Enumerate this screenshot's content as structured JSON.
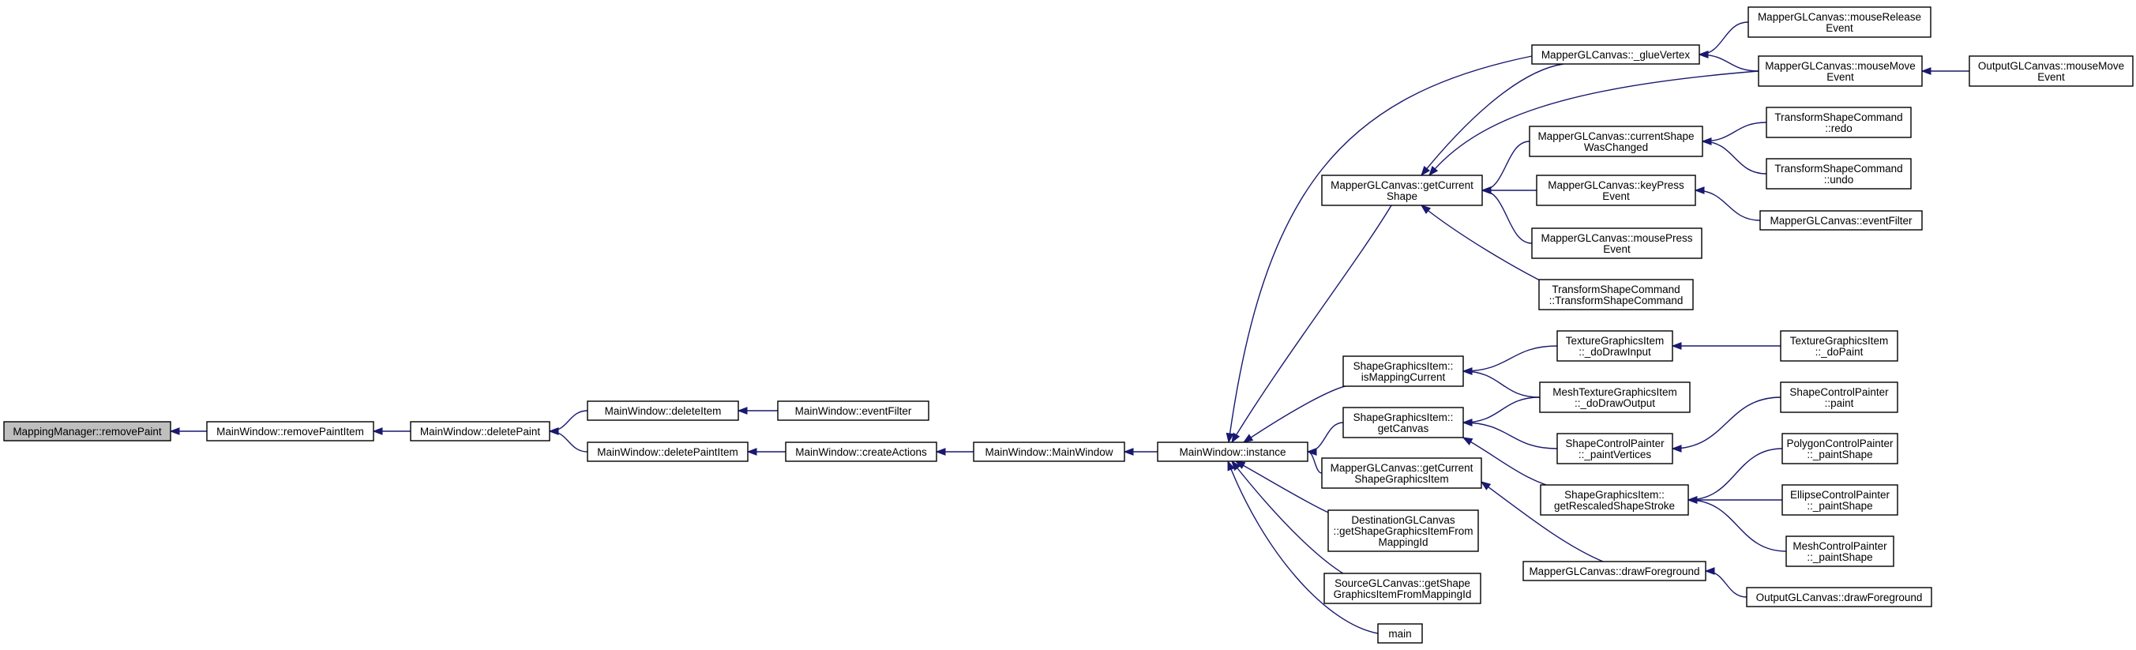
{
  "nodes": [
    {
      "id": "n0",
      "lines": [
        "MappingManager::removePaint"
      ],
      "highlighted": true
    },
    {
      "id": "n1",
      "lines": [
        "MainWindow::removePaintItem"
      ]
    },
    {
      "id": "n2",
      "lines": [
        "MainWindow::deletePaint"
      ]
    },
    {
      "id": "n3",
      "lines": [
        "MainWindow::deleteItem"
      ]
    },
    {
      "id": "n4",
      "lines": [
        "MainWindow::eventFilter"
      ]
    },
    {
      "id": "n5",
      "lines": [
        "MainWindow::deletePaintItem"
      ]
    },
    {
      "id": "n6",
      "lines": [
        "MainWindow::createActions"
      ]
    },
    {
      "id": "n7",
      "lines": [
        "MainWindow::MainWindow"
      ]
    },
    {
      "id": "n8",
      "lines": [
        "MainWindow::instance"
      ]
    },
    {
      "id": "n9",
      "lines": [
        "MapperGLCanvas::_glueVertex"
      ]
    },
    {
      "id": "n10",
      "lines": [
        "MapperGLCanvas::mouseRelease",
        "Event"
      ]
    },
    {
      "id": "n11",
      "lines": [
        "MapperGLCanvas::mouseMove",
        "Event"
      ]
    },
    {
      "id": "n12",
      "lines": [
        "OutputGLCanvas::mouseMove",
        "Event"
      ]
    },
    {
      "id": "n13",
      "lines": [
        "MapperGLCanvas::getCurrent",
        "Shape"
      ]
    },
    {
      "id": "n14",
      "lines": [
        "MapperGLCanvas::currentShape",
        "WasChanged"
      ]
    },
    {
      "id": "n15",
      "lines": [
        "TransformShapeCommand",
        "::redo"
      ]
    },
    {
      "id": "n16",
      "lines": [
        "TransformShapeCommand",
        "::undo"
      ]
    },
    {
      "id": "n17",
      "lines": [
        "MapperGLCanvas::keyPress",
        "Event"
      ]
    },
    {
      "id": "n18",
      "lines": [
        "MapperGLCanvas::eventFilter"
      ]
    },
    {
      "id": "n19",
      "lines": [
        "MapperGLCanvas::mousePress",
        "Event"
      ]
    },
    {
      "id": "n20",
      "lines": [
        "TransformShapeCommand",
        "::TransformShapeCommand"
      ]
    },
    {
      "id": "n21",
      "lines": [
        "ShapeGraphicsItem::",
        "isMappingCurrent"
      ]
    },
    {
      "id": "n22",
      "lines": [
        "TextureGraphicsItem",
        "::_doDrawInput"
      ]
    },
    {
      "id": "n23",
      "lines": [
        "TextureGraphicsItem",
        "::_doPaint"
      ]
    },
    {
      "id": "n24",
      "lines": [
        "MeshTextureGraphicsItem",
        "::_doDrawOutput"
      ]
    },
    {
      "id": "n25",
      "lines": [
        "ShapeGraphicsItem::",
        "getCanvas"
      ]
    },
    {
      "id": "n26",
      "lines": [
        "ShapeControlPainter",
        "::_paintVertices"
      ]
    },
    {
      "id": "n27",
      "lines": [
        "ShapeControlPainter",
        "::paint"
      ]
    },
    {
      "id": "n28",
      "lines": [
        "ShapeGraphicsItem::",
        "getRescaledShapeStroke"
      ]
    },
    {
      "id": "n29",
      "lines": [
        "PolygonControlPainter",
        "::_paintShape"
      ]
    },
    {
      "id": "n30",
      "lines": [
        "EllipseControlPainter",
        "::_paintShape"
      ]
    },
    {
      "id": "n31",
      "lines": [
        "MeshControlPainter",
        "::_paintShape"
      ]
    },
    {
      "id": "n32",
      "lines": [
        "MapperGLCanvas::getCurrent",
        "ShapeGraphicsItem"
      ]
    },
    {
      "id": "n33",
      "lines": [
        "MapperGLCanvas::drawForeground"
      ]
    },
    {
      "id": "n34",
      "lines": [
        "OutputGLCanvas::drawForeground"
      ]
    },
    {
      "id": "n35",
      "lines": [
        "DestinationGLCanvas",
        "::getShapeGraphicsItemFrom",
        "MappingId"
      ]
    },
    {
      "id": "n36",
      "lines": [
        "SourceGLCanvas::getShape",
        "GraphicsItemFromMappingId"
      ]
    },
    {
      "id": "n37",
      "lines": [
        "main"
      ]
    }
  ],
  "edges": [
    {
      "from": "n0",
      "to": "n1"
    },
    {
      "from": "n1",
      "to": "n2"
    },
    {
      "from": "n2",
      "to": "n3"
    },
    {
      "from": "n2",
      "to": "n5"
    },
    {
      "from": "n3",
      "to": "n4"
    },
    {
      "from": "n5",
      "to": "n6"
    },
    {
      "from": "n6",
      "to": "n7"
    },
    {
      "from": "n7",
      "to": "n8"
    },
    {
      "from": "n8",
      "to": "n9"
    },
    {
      "from": "n8",
      "to": "n13"
    },
    {
      "from": "n8",
      "to": "n21"
    },
    {
      "from": "n8",
      "to": "n25"
    },
    {
      "from": "n8",
      "to": "n32"
    },
    {
      "from": "n8",
      "to": "n35"
    },
    {
      "from": "n8",
      "to": "n36"
    },
    {
      "from": "n8",
      "to": "n37"
    },
    {
      "from": "n9",
      "to": "n10"
    },
    {
      "from": "n9",
      "to": "n11"
    },
    {
      "from": "n11",
      "to": "n12"
    },
    {
      "from": "n13",
      "to": "n9"
    },
    {
      "from": "n13",
      "to": "n11"
    },
    {
      "from": "n13",
      "to": "n14"
    },
    {
      "from": "n13",
      "to": "n17"
    },
    {
      "from": "n13",
      "to": "n19"
    },
    {
      "from": "n13",
      "to": "n20"
    },
    {
      "from": "n14",
      "to": "n15"
    },
    {
      "from": "n14",
      "to": "n16"
    },
    {
      "from": "n17",
      "to": "n18"
    },
    {
      "from": "n21",
      "to": "n22"
    },
    {
      "from": "n21",
      "to": "n24"
    },
    {
      "from": "n22",
      "to": "n23"
    },
    {
      "from": "n25",
      "to": "n24"
    },
    {
      "from": "n25",
      "to": "n26"
    },
    {
      "from": "n25",
      "to": "n28"
    },
    {
      "from": "n26",
      "to": "n27"
    },
    {
      "from": "n28",
      "to": "n29"
    },
    {
      "from": "n28",
      "to": "n30"
    },
    {
      "from": "n28",
      "to": "n31"
    },
    {
      "from": "n32",
      "to": "n33"
    },
    {
      "from": "n33",
      "to": "n34"
    }
  ],
  "colors": {
    "edge": "#191970",
    "root_fill": "#bfbfbf",
    "node_fill": "#ffffff",
    "node_stroke": "#000000"
  }
}
